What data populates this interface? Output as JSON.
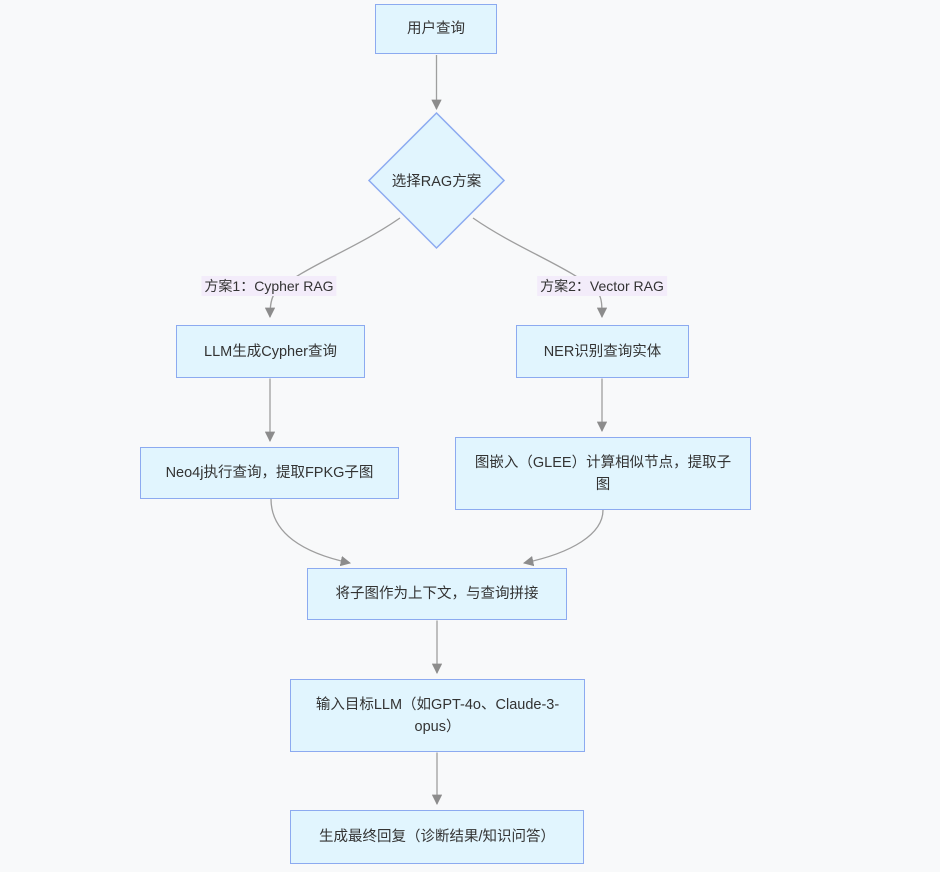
{
  "flowchart": {
    "title": "RAG pipeline flowchart",
    "nodes": [
      {
        "id": "user-query",
        "shape": "rect",
        "label": "用户查询"
      },
      {
        "id": "choose-rag",
        "shape": "diamond",
        "label": "选择RAG方案"
      },
      {
        "id": "llm-cypher",
        "shape": "rect",
        "label": "LLM生成Cypher查询"
      },
      {
        "id": "ner",
        "shape": "rect",
        "label": "NER识别查询实体"
      },
      {
        "id": "neo4j",
        "shape": "rect",
        "label": "Neo4j执行查询，提取FPKG子图"
      },
      {
        "id": "glee",
        "shape": "rect",
        "label": "图嵌入（GLEE）计算相似节点，提取子图"
      },
      {
        "id": "merge",
        "shape": "rect",
        "label": "将子图作为上下文，与查询拼接"
      },
      {
        "id": "target-llm",
        "shape": "rect",
        "label": "输入目标LLM（如GPT-4o、Claude-3-opus）"
      },
      {
        "id": "final-answer",
        "shape": "rect",
        "label": "生成最终回复（诊断结果/知识问答）"
      }
    ],
    "edge_labels": [
      {
        "label": "方案1：Cypher RAG"
      },
      {
        "label": "方案2：Vector RAG"
      }
    ],
    "edges": [
      {
        "from": "user-query",
        "to": "choose-rag"
      },
      {
        "from": "choose-rag",
        "to": "llm-cypher",
        "label": "方案1：Cypher RAG"
      },
      {
        "from": "choose-rag",
        "to": "ner",
        "label": "方案2：Vector RAG"
      },
      {
        "from": "llm-cypher",
        "to": "neo4j"
      },
      {
        "from": "ner",
        "to": "glee"
      },
      {
        "from": "neo4j",
        "to": "merge"
      },
      {
        "from": "glee",
        "to": "merge"
      },
      {
        "from": "merge",
        "to": "target-llm"
      },
      {
        "from": "target-llm",
        "to": "final-answer"
      }
    ],
    "colors": {
      "background": "#f8f9fa",
      "node_fill": "#e1f5fe",
      "node_border": "#8caaf0",
      "edge": "#9e9e9e",
      "arrowhead": "#8c8c8c",
      "edge_label_bg": "#f3ecfa",
      "text": "#333333"
    }
  }
}
